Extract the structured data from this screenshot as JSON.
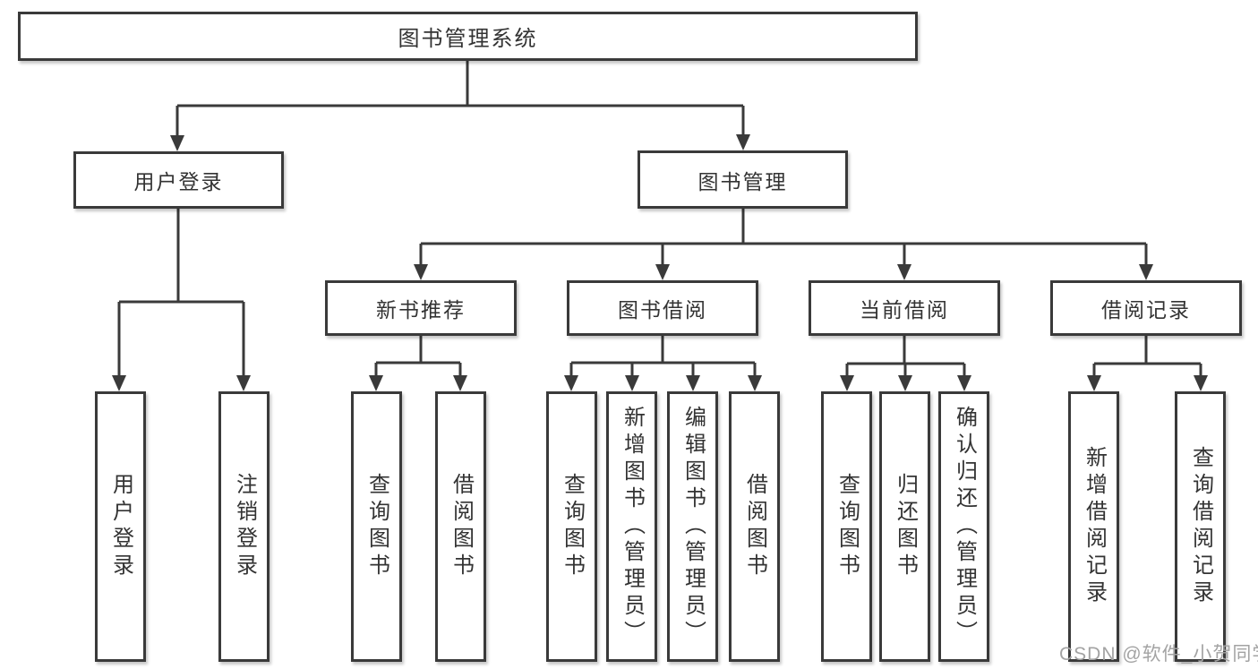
{
  "nodes": {
    "root": "图书管理系统",
    "user_login": "用户登录",
    "book_mgmt": "图书管理",
    "new_book_rec": "新书推荐",
    "book_borrow": "图书借阅",
    "current_borrow": "当前借阅",
    "borrow_records": "借阅记录",
    "ul_user_login": "用户登录",
    "ul_logout": "注销登录",
    "nb_query_book": "查询图书",
    "nb_borrow_book": "借阅图书",
    "bb_query_book": "查询图书",
    "bb_add_book": "新增图书（管理员）",
    "bb_edit_book": "编辑图书（管理员）",
    "bb_borrow_book": "借阅图书",
    "cb_query_book": "查询图书",
    "cb_return_book": "归还图书",
    "cb_confirm_return": "确认归还（管理员）",
    "br_add_record": "新增借阅记录",
    "br_query_record": "查询借阅记录"
  },
  "watermark": "CSDN @软件_小贺同学",
  "colors": {
    "line": "#3a3a3a",
    "box_border": "#3a3a3a",
    "box_fill": "#ffffff",
    "text": "#333333",
    "watermark": "#a3a3a3"
  }
}
